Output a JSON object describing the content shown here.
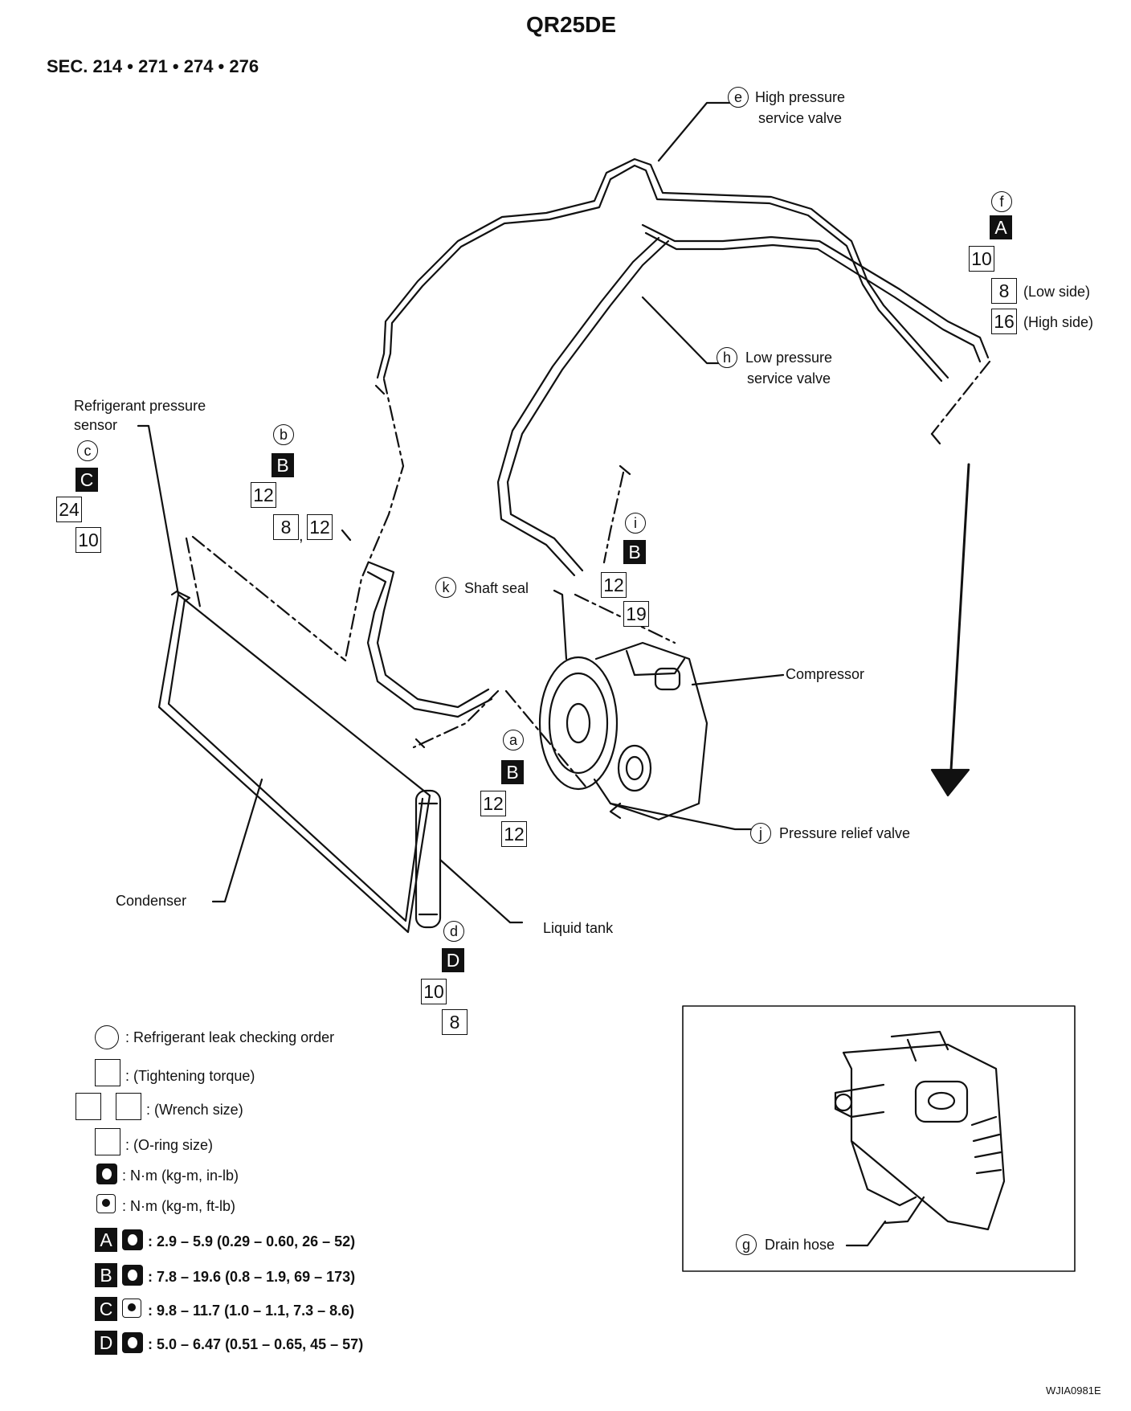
{
  "header": {
    "title": "QR25DE",
    "sections": "SEC. 214 • 271 • 274 • 276"
  },
  "labels": {
    "high_pressure_valve_1": "High pressure",
    "high_pressure_valve_2": "service valve",
    "low_pressure_valve_1": "Low pressure",
    "low_pressure_valve_2": "service valve",
    "refrigerant_sensor_1": "Refrigerant pressure",
    "refrigerant_sensor_2": "sensor",
    "shaft_seal": "Shaft seal",
    "compressor": "Compressor",
    "pressure_relief_valve": "Pressure relief valve",
    "condenser": "Condenser",
    "liquid_tank": "Liquid tank",
    "drain_hose": "Drain hose",
    "low_side": "(Low side)",
    "high_side": "(High side)",
    "figure_code": "WJIA0981E"
  },
  "points": {
    "a": {
      "letter": "a",
      "torque_code": "B",
      "values": [
        "12",
        "12"
      ]
    },
    "b": {
      "letter": "b",
      "torque_code": "B",
      "values": [
        "12",
        "8",
        "12"
      ]
    },
    "c": {
      "letter": "c",
      "torque_code": "C",
      "values": [
        "24",
        "10"
      ]
    },
    "d": {
      "letter": "d",
      "torque_code": "D",
      "values": [
        "10",
        "8"
      ]
    },
    "e": {
      "letter": "e"
    },
    "f": {
      "letter": "f",
      "torque_code": "A",
      "values": [
        "10",
        "8",
        "16"
      ]
    },
    "g": {
      "letter": "g"
    },
    "h": {
      "letter": "h"
    },
    "i": {
      "letter": "i",
      "torque_code": "B",
      "values": [
        "12",
        "19"
      ]
    },
    "j": {
      "letter": "j"
    },
    "k": {
      "letter": "k"
    }
  },
  "legend": {
    "leak_order": ": Refrigerant leak checking order",
    "tightening": ": (Tightening torque)",
    "wrench": ": (Wrench size)",
    "oring": ": (O-ring size)",
    "nm_inlb": ": N·m (kg-m, in-lb)",
    "nm_ftlb": ": N·m (kg-m, ft-lb)",
    "torques": [
      {
        "code": "A",
        "text": ": 2.9 – 5.9 (0.29 – 0.60, 26 – 52)"
      },
      {
        "code": "B",
        "text": ": 7.8 – 19.6 (0.8 – 1.9, 69 – 173)"
      },
      {
        "code": "C",
        "text": ": 9.8 – 11.7 (1.0 – 1.1, 7.3 – 8.6)"
      },
      {
        "code": "D",
        "text": ": 5.0 – 6.47 (0.51 – 0.65, 45 – 57)"
      }
    ]
  }
}
